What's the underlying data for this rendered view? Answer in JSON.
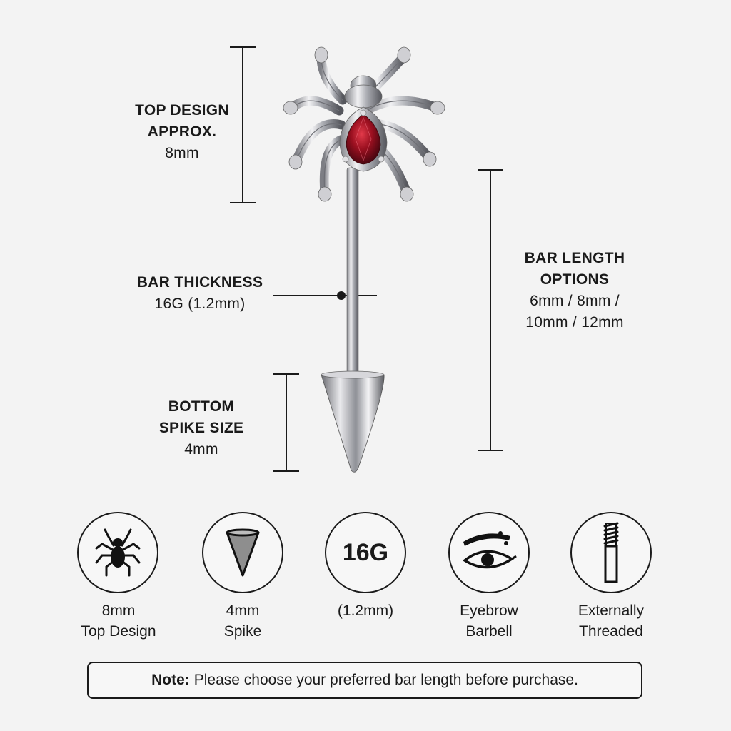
{
  "top_design": {
    "line1": "TOP DESIGN",
    "line2": "APPROX.",
    "value": "8mm"
  },
  "bar_thickness": {
    "line1": "BAR THICKNESS",
    "value": "16G (1.2mm)"
  },
  "bottom_spike": {
    "line1": "BOTTOM",
    "line2": "SPIKE SIZE",
    "value": "4mm"
  },
  "bar_length": {
    "line1": "BAR LENGTH",
    "line2": "OPTIONS",
    "value1": "6mm / 8mm /",
    "value2": "10mm / 12mm"
  },
  "features": [
    {
      "icon": "spider-icon",
      "line1": "8mm",
      "line2": "Top Design"
    },
    {
      "icon": "cone-spike-icon",
      "line1": "4mm",
      "line2": "Spike"
    },
    {
      "icon": "gauge-16g-icon",
      "gauge": "16G",
      "line1": "(1.2mm)",
      "line2": ""
    },
    {
      "icon": "eyebrow-eye-icon",
      "line1": "Eyebrow",
      "line2": "Barbell"
    },
    {
      "icon": "threaded-bar-icon",
      "line1": "Externally",
      "line2": "Threaded"
    }
  ],
  "note": {
    "prefix": "Note:",
    "text": "Please choose your preferred bar length before purchase."
  },
  "colors": {
    "gem": "#9b1020",
    "metal": "#c8c8cc",
    "ink": "#1a1a1a"
  }
}
